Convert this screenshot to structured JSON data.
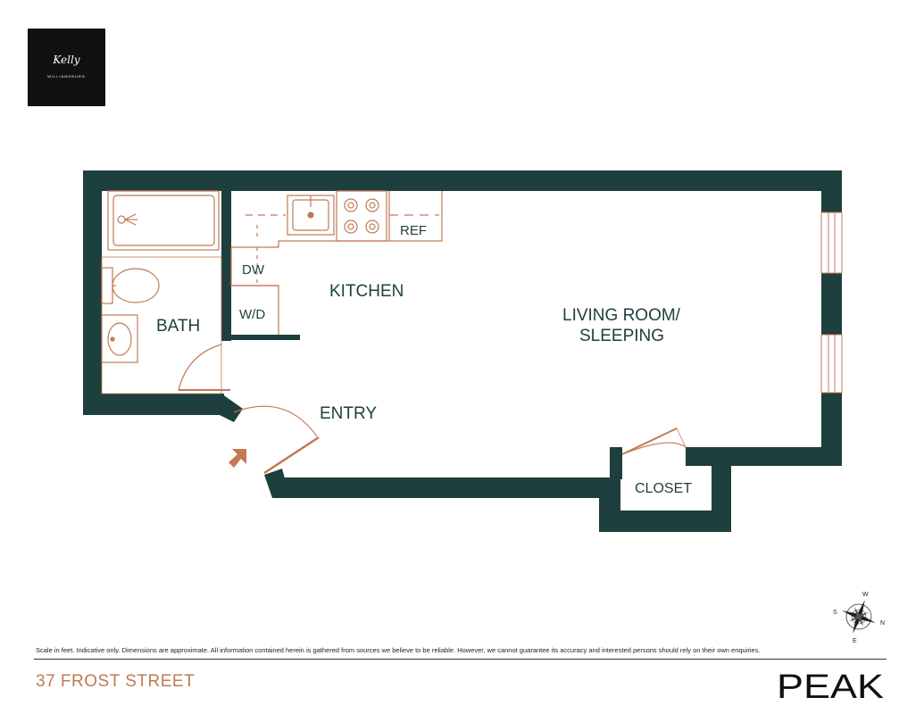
{
  "logo": {
    "script": "Kelly",
    "subtitle": "WILLIAMSBURG"
  },
  "rooms": {
    "bath": "BATH",
    "kitchen": "KITCHEN",
    "living_line1": "LIVING ROOM/",
    "living_line2": "SLEEPING",
    "entry": "ENTRY",
    "closet": "CLOSET",
    "dw": "DW",
    "wd": "W/D",
    "ref": "REF"
  },
  "compass": {
    "w": "W",
    "s": "S",
    "n": "N",
    "e": "E"
  },
  "disclaimer": "Scale in feet. Indicative only. Dimensions are approximate. All information contained herein is gathered from sources we believe to be reliable. However, we cannot guarantee its accuracy and interested persons should rely on their own enquiries.",
  "address": "37 FROST STREET",
  "brand": "PEAK",
  "colors": {
    "wall": "#1d3f3d",
    "fixture": "#c07a55"
  }
}
